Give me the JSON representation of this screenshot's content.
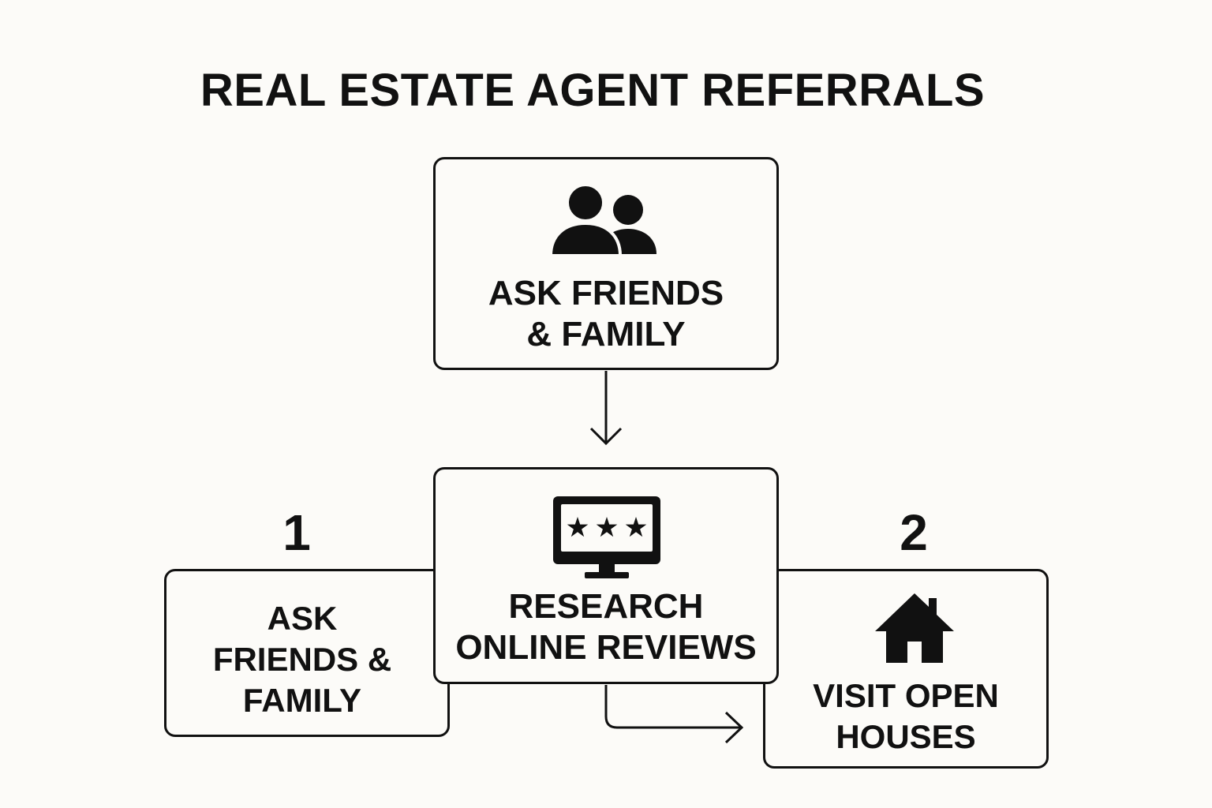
{
  "title": "REAL ESTATE AGENT REFERRALS",
  "top_box": {
    "line1": "ASK FRIENDS",
    "line2": "& FAMILY",
    "icon": "people-icon"
  },
  "center_box": {
    "line1": "RESEARCH",
    "line2": "ONLINE REVIEWS",
    "icon": "monitor-stars-icon"
  },
  "left_box": {
    "number": "1",
    "line1": "ASK",
    "line2": "FRIENDS &",
    "line3": "FAMILY"
  },
  "right_box": {
    "number": "2",
    "line1": "VISIT OPEN",
    "line2": "HOUSES",
    "icon": "house-icon"
  },
  "colors": {
    "background": "#fcfbf8",
    "ink": "#111111"
  }
}
